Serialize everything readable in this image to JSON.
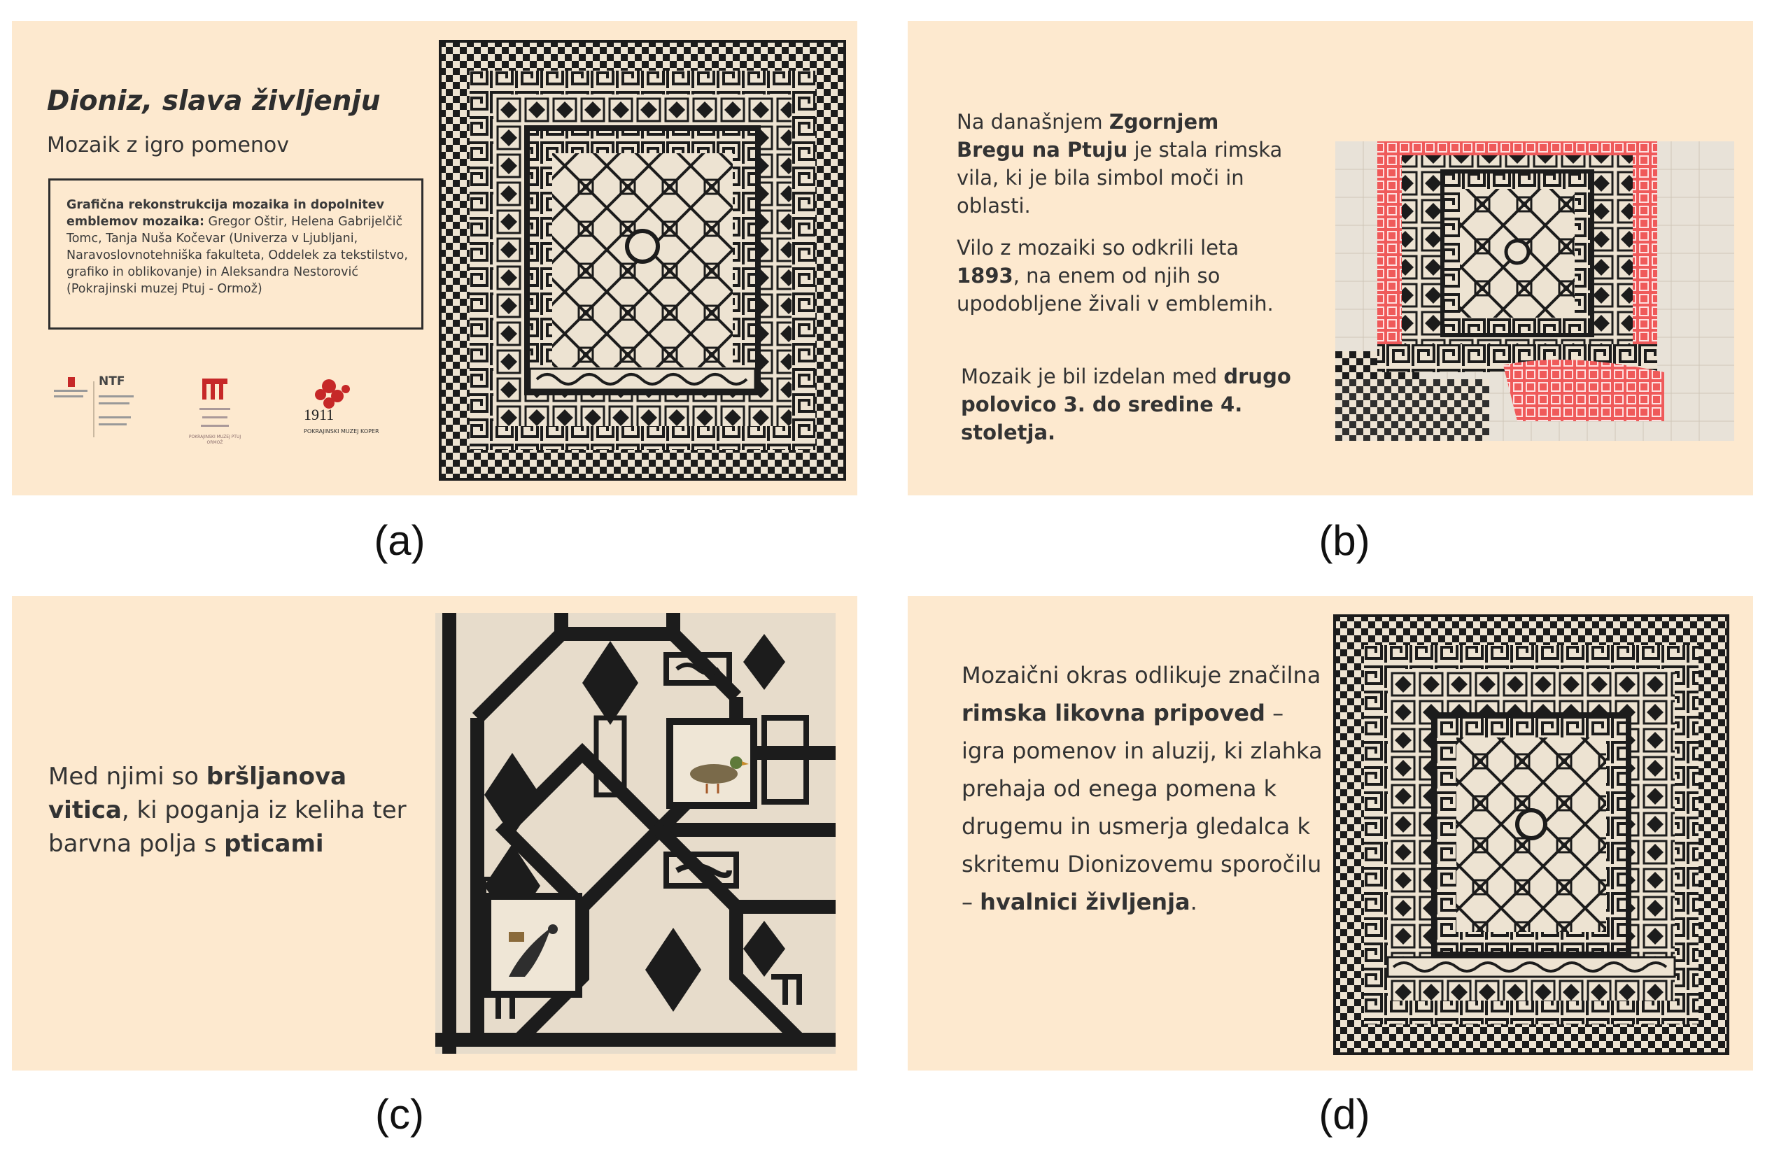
{
  "panel_a": {
    "title": "Dioniz, slava življenju",
    "subtitle": "Mozaik z igro pomenov",
    "credits_bold": "Grafična rekonstrukcija mozaika in dopolnitev emblemov mozaika:",
    "credits_rest": " Gregor Oštir, Helena Gabrijelčič Tomc, Tanja Nuša Kočevar (Univerza v Ljubljani, Naravoslovnotehniška fakulteta, Oddelek za tekstilstvo, grafiko in oblikovanje) in Aleksandra Nestorović (Pokrajinski muzej Ptuj - Ormož)",
    "logo_ntf": "NTF",
    "logo_ptuj": "POKRAJINSKI MUZEJ PTUJ ORMOŽ",
    "logo_koper_year": "1911",
    "logo_koper_text": "POKRAJINSKI MUZEJ KOPER"
  },
  "panel_b": {
    "p1_a": "Na današnjem ",
    "p1_b": "Zgornjem Bregu na Ptuju",
    "p1_c": " je stala rimska vila, ki je bila simbol moči in oblasti.",
    "p2_a": "Vilo z mozaiki so odkrili leta ",
    "p2_b": "1893",
    "p2_c": ", na enem od njih so upodobljene živali v emblemih.",
    "p3_a": "Mozaik je bil izdelan med ",
    "p3_b": "drugo polovico 3. do sredine 4. stoletja."
  },
  "panel_c": {
    "t_a": "Med njimi so ",
    "t_b": "bršljanova vitica",
    "t_c": ", ki poganja iz keliha ter barvna polja s ",
    "t_d": "pticami"
  },
  "panel_d": {
    "t_a": "Mozaični okras odlikuje značilna ",
    "t_b": "rimska likovna pripoved",
    "t_c": " – igra pomenov in aluzij, ki zlahka prehaja od enega pomena k drugemu in usmerja gledalca k skritemu Dionizovemu sporočilu – ",
    "t_d": "hvalnici življenja",
    "t_e": "."
  },
  "captions": [
    "(a)",
    "(b)",
    "(c)",
    "(d)"
  ],
  "colors": {
    "panel_bg": "#fde9cf",
    "ink": "#1c1c1c",
    "stone": "#ede3d2",
    "highlight_red": "#ef5a5a"
  }
}
